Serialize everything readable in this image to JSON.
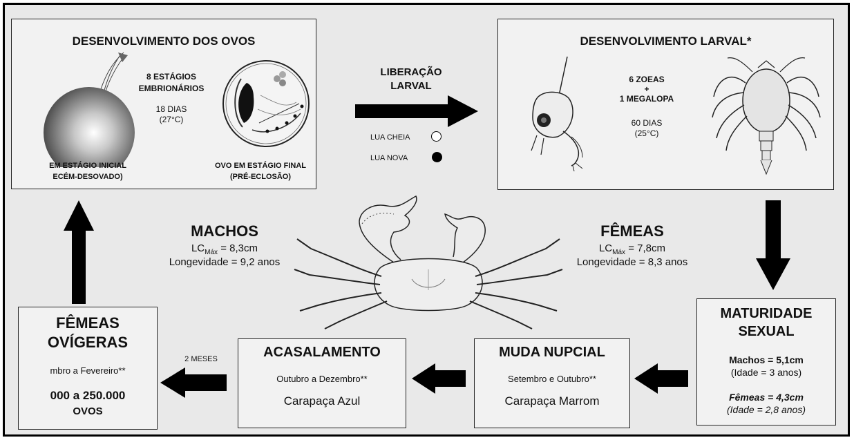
{
  "eggs": {
    "title": "DESENVOLVIMENTO DOS OVOS",
    "stages_line1": "8 ESTÁGIOS",
    "stages_line2": "EMBRIONÁRIOS",
    "days": "18 DIAS",
    "temp": "(27°C)",
    "initial_line1": "EM ESTÁGIO INICIAL",
    "initial_line2": "ECÉM-DESOVADO)",
    "final_line1": "OVO EM ESTÁGIO FINAL",
    "final_line2": "(PRÉ-ECLOSÃO)"
  },
  "release": {
    "line1": "LIBERAÇÃO",
    "line2": "LARVAL",
    "full_moon": "LUA CHEIA",
    "new_moon": "LUA NOVA"
  },
  "larval": {
    "title": "DESENVOLVIMENTO LARVAL*",
    "zoeas": "6 ZOEAS",
    "plus": "+",
    "megalopa": "1 MEGALOPA",
    "days": "60 DIAS",
    "temp": "(25°C)"
  },
  "males": {
    "title": "MACHOS",
    "lc_prefix": "LC",
    "lc_sub": "Máx",
    "lc_value": " = 8,3cm",
    "longevity": "Longevidade = 9,2 anos"
  },
  "females": {
    "title": "FÊMEAS",
    "lc_prefix": "LC",
    "lc_sub": "Máx",
    "lc_value": " = 7,8cm",
    "longevity": "Longevidade = 8,3 anos"
  },
  "maturity": {
    "title1": "MATURIDADE",
    "title2": "SEXUAL",
    "males": "Machos = 5,1cm",
    "males_age": "(Idade = 3 anos)",
    "females": "Fêmeas = 4,3cm",
    "females_age": "(Idade = 2,8 anos)"
  },
  "molt": {
    "title": "MUDA NUPCIAL",
    "months": "Setembro e Outubro**",
    "carapace": "Carapaça Marrom"
  },
  "mating": {
    "title": "ACASALAMENTO",
    "months": "Outubro a Dezembro**",
    "carapace": "Carapaça Azul"
  },
  "gap_label": "2 MESES",
  "ovigerous": {
    "title1": "FÊMEAS",
    "title2": "OVÍGERAS",
    "months": "mbro a Fevereiro**",
    "count": "000 a 250.000",
    "unit": "OVOS"
  }
}
